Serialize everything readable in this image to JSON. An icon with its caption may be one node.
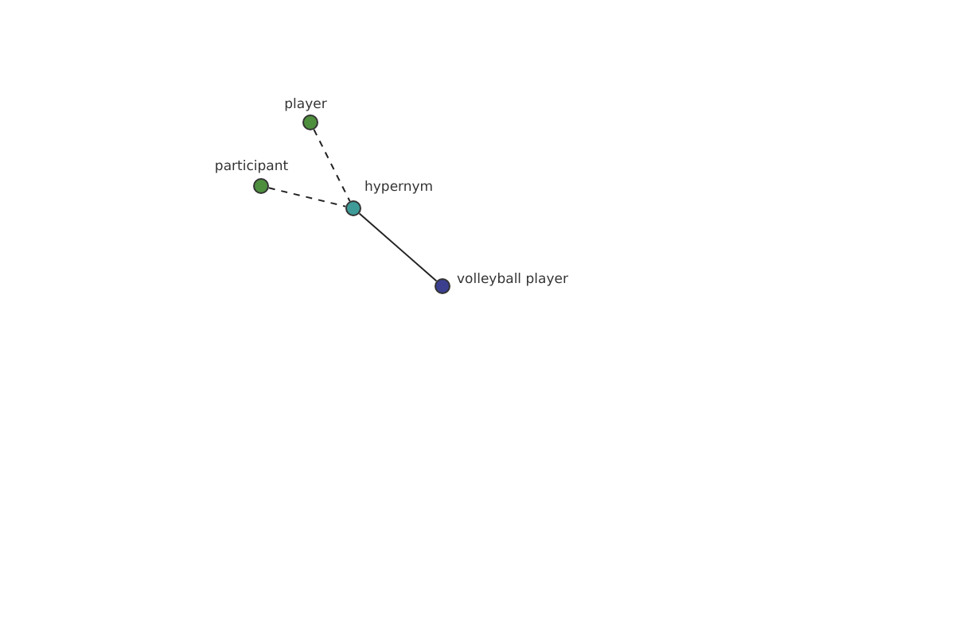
{
  "diagram": {
    "nodes": [
      {
        "text": [
          "player"
        ]
      },
      {
        "text": [
          "participant"
        ]
      },
      {
        "text": [
          "hypernym"
        ]
      },
      {
        "text": [
          "volleyball player"
        ]
      }
    ],
    "edges": [
      {
        "from": 0,
        "to": 2,
        "arrow": "none",
        "style": "dashed"
      },
      {
        "from": 1,
        "to": 2,
        "arrow": "none",
        "style": "dashed"
      },
      {
        "from": 2,
        "to": 3,
        "arrow": "none"
      }
    ]
  }
}
